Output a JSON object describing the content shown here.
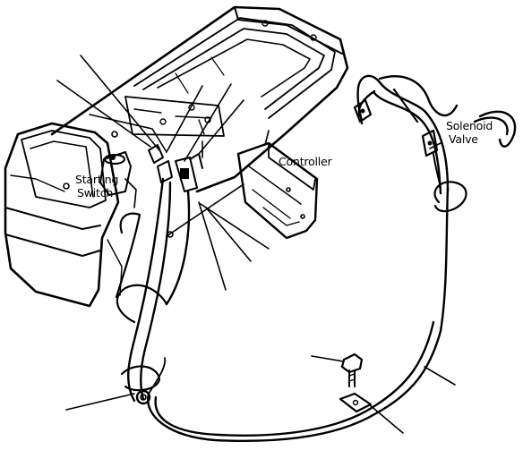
{
  "labels": {
    "starting_switch_line1": "Starting",
    "starting_switch_line2": "Switch",
    "controller": "Controller",
    "solenoid_valve_line1": "Solenoid",
    "solenoid_valve_line2": "Valve"
  }
}
